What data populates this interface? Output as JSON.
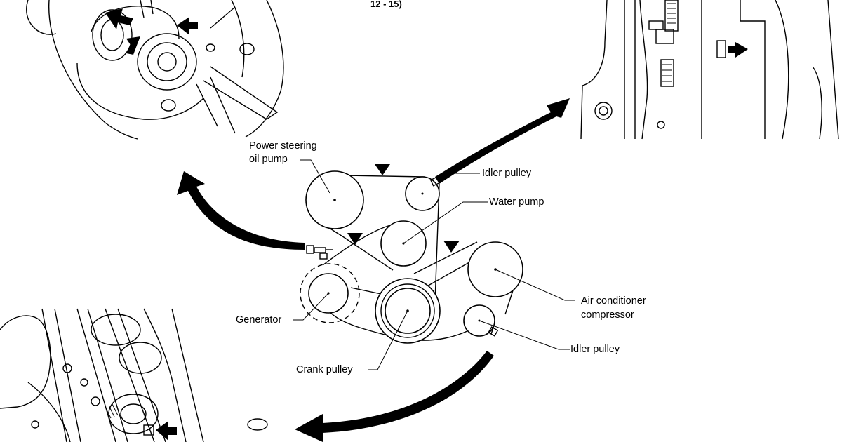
{
  "header": {
    "fragment": "12 - 15)"
  },
  "labels": {
    "power_steering": "Power steering",
    "oil_pump": "oil pump",
    "idler_pulley_top": "Idler pulley",
    "water_pump": "Water pump",
    "air_conditioner": "Air conditioner",
    "compressor": "compressor",
    "generator": "Generator",
    "idler_pulley_bottom": "Idler pulley",
    "crank_pulley": "Crank pulley"
  },
  "icons": [
    "direction-arrow-icon",
    "belt-tension-mark-icon",
    "adjusting-bolt-icon"
  ]
}
